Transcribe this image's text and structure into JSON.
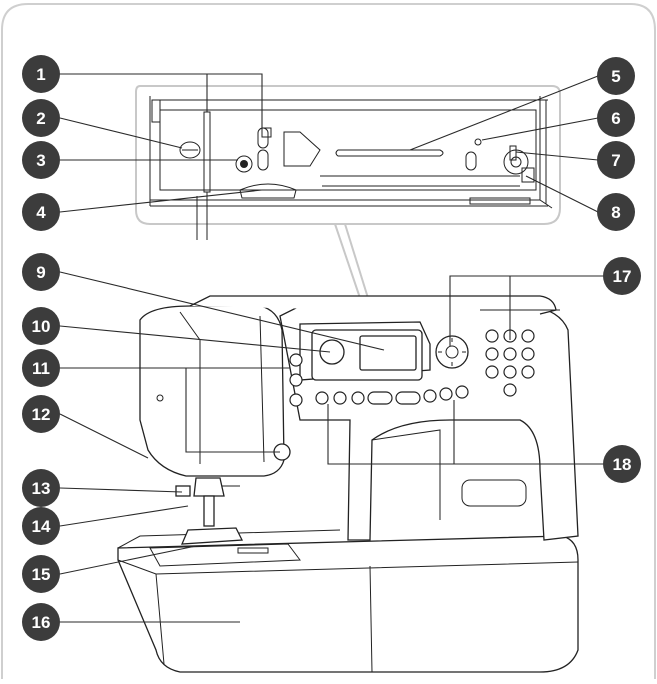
{
  "callouts": [
    {
      "number": "1"
    },
    {
      "number": "2"
    },
    {
      "number": "3"
    },
    {
      "number": "4"
    },
    {
      "number": "5"
    },
    {
      "number": "6"
    },
    {
      "number": "7"
    },
    {
      "number": "8"
    },
    {
      "number": "9"
    },
    {
      "number": "10"
    },
    {
      "number": "11"
    },
    {
      "number": "12"
    },
    {
      "number": "13"
    },
    {
      "number": "14"
    },
    {
      "number": "15"
    },
    {
      "number": "16"
    },
    {
      "number": "17"
    },
    {
      "number": "18"
    }
  ],
  "colors": {
    "frame_border": "#cfcfcf",
    "inset_border": "#c8c8c8",
    "callout_fill": "#3c3c3c",
    "callout_text": "#ffffff",
    "line_art": "#222222"
  }
}
